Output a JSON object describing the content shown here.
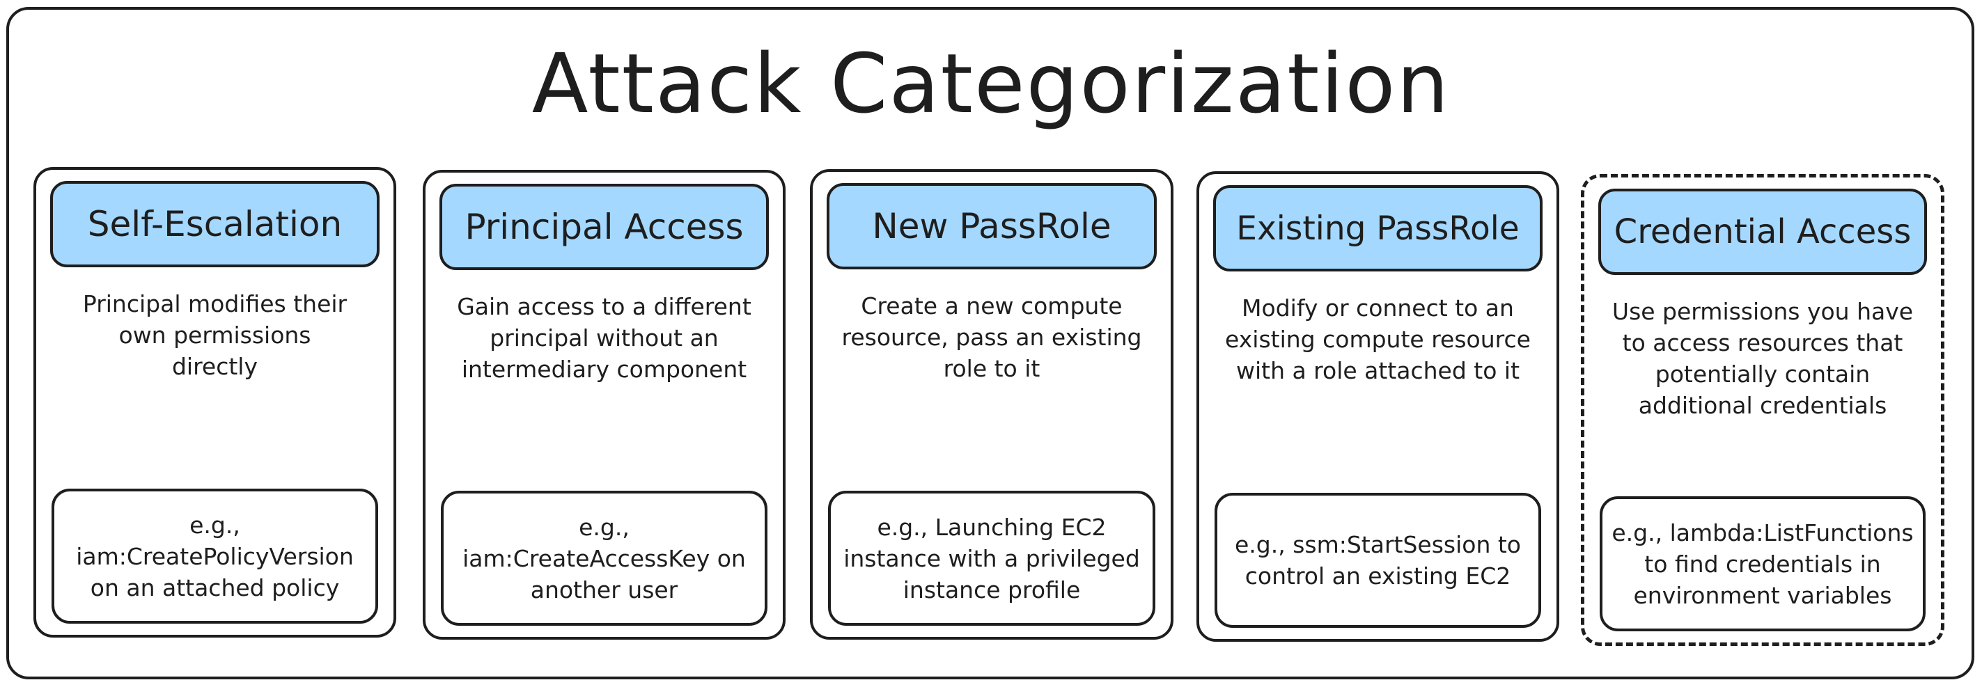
{
  "title": "Attack Categorization",
  "colors": {
    "stroke": "#1e1e1e",
    "header_fill": "#a5d8ff",
    "background": "#ffffff"
  },
  "categories": [
    {
      "name": "Self-Escalation",
      "description": "Principal modifies their own permissions directly",
      "example": "e.g., iam:CreatePolicyVersion on an attached policy",
      "border_style": "solid"
    },
    {
      "name": "Principal Access",
      "description": "Gain access to a different principal without an intermediary component",
      "example": "e.g., iam:CreateAccessKey on another user",
      "border_style": "solid"
    },
    {
      "name": "New PassRole",
      "description": "Create a new compute resource, pass an existing role to it",
      "example": "e.g., Launching EC2 instance with a privileged instance profile",
      "border_style": "solid"
    },
    {
      "name": "Existing PassRole",
      "description": "Modify or connect to an existing compute resource with a role attached to it",
      "example": "e.g., ssm:StartSession to control an existing EC2",
      "border_style": "solid"
    },
    {
      "name": "Credential Access",
      "description": "Use permissions you have to access resources that potentially contain additional credentials",
      "example": "e.g., lambda:ListFunctions to find credentials in environment variables",
      "border_style": "dashed"
    }
  ]
}
